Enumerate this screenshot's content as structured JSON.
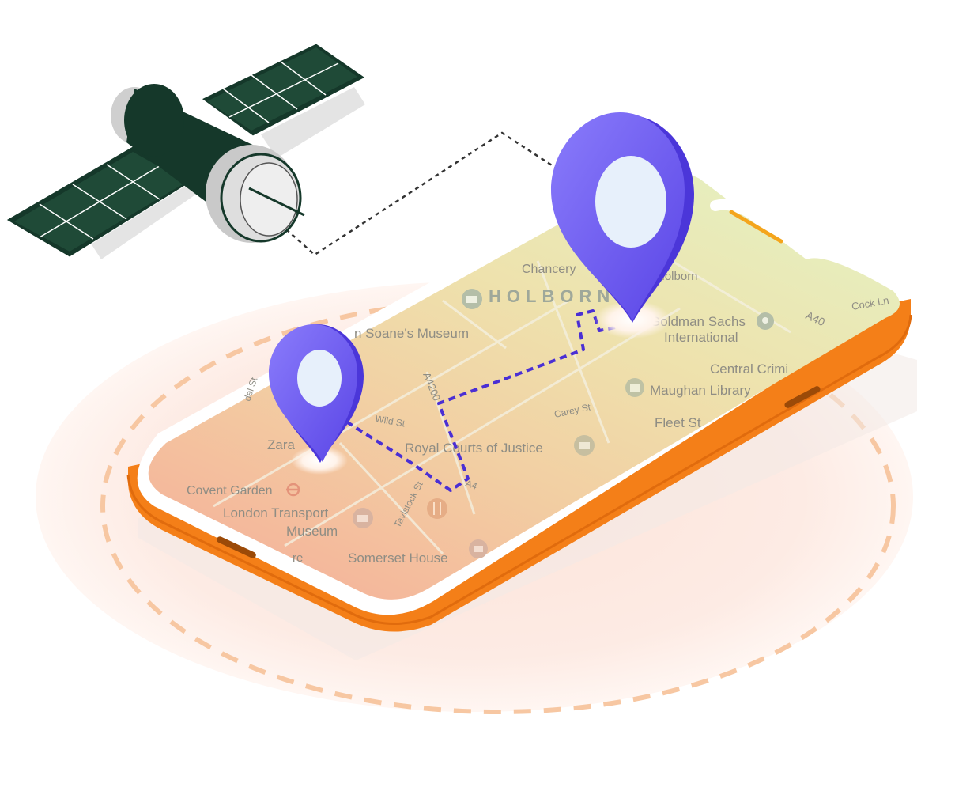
{
  "colors": {
    "accent_orange": "#f47f18",
    "pin_purple": "#6c58f0",
    "route_purple": "#4a2fd4",
    "satellite_green": "#15382a",
    "glow_pink": "#fde9e2"
  },
  "icons": [
    "satellite-icon",
    "location-pin-icon",
    "museum-icon",
    "restaurant-icon",
    "underground-icon",
    "library-icon"
  ],
  "map": {
    "labels": {
      "chancery": "Chancery",
      "holborn_station": "Holborn",
      "holborn_area": "HOLBORN",
      "cock_ln": "Cock Ln",
      "a40": "A40",
      "goldman_1": "Goldman Sachs",
      "goldman_2": "International",
      "soane": "n Soane's Museum",
      "central": "Central Crimi",
      "maughan": "Maughan Library",
      "a4200": "A4200",
      "fleet": "Fleet St",
      "wild_st": "Wild St",
      "carey_st": "Carey St",
      "drury": "del St",
      "zara": "Zara",
      "royal_courts": "Royal Courts of Justice",
      "covent_garden": "Covent Garden",
      "transport_1": "London Transport",
      "transport_2": "Museum",
      "tavistock": "Tavistock St",
      "a4": "A4",
      "somerset": "Somerset House",
      "re": "re"
    }
  }
}
